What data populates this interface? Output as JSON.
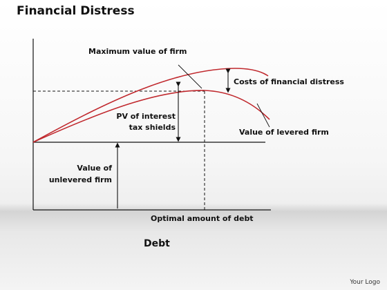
{
  "title": "Financial Distress",
  "labels": {
    "maximum_value": "Maximum value of firm",
    "costs_distress": "Costs of financial distress",
    "pv_interest_line1": "PV of interest",
    "pv_interest_line2": "tax shields",
    "value_levered": "Value of levered firm",
    "value_unlevered_line1": "Value of",
    "value_unlevered_line2": "unlevered firm",
    "optimal_debt": "Optimal amount of debt"
  },
  "axis_caption": "Debt",
  "logo": "Your Logo",
  "colors": {
    "curve": "#c0282d",
    "axis": "#111111",
    "text": "#111111"
  }
}
